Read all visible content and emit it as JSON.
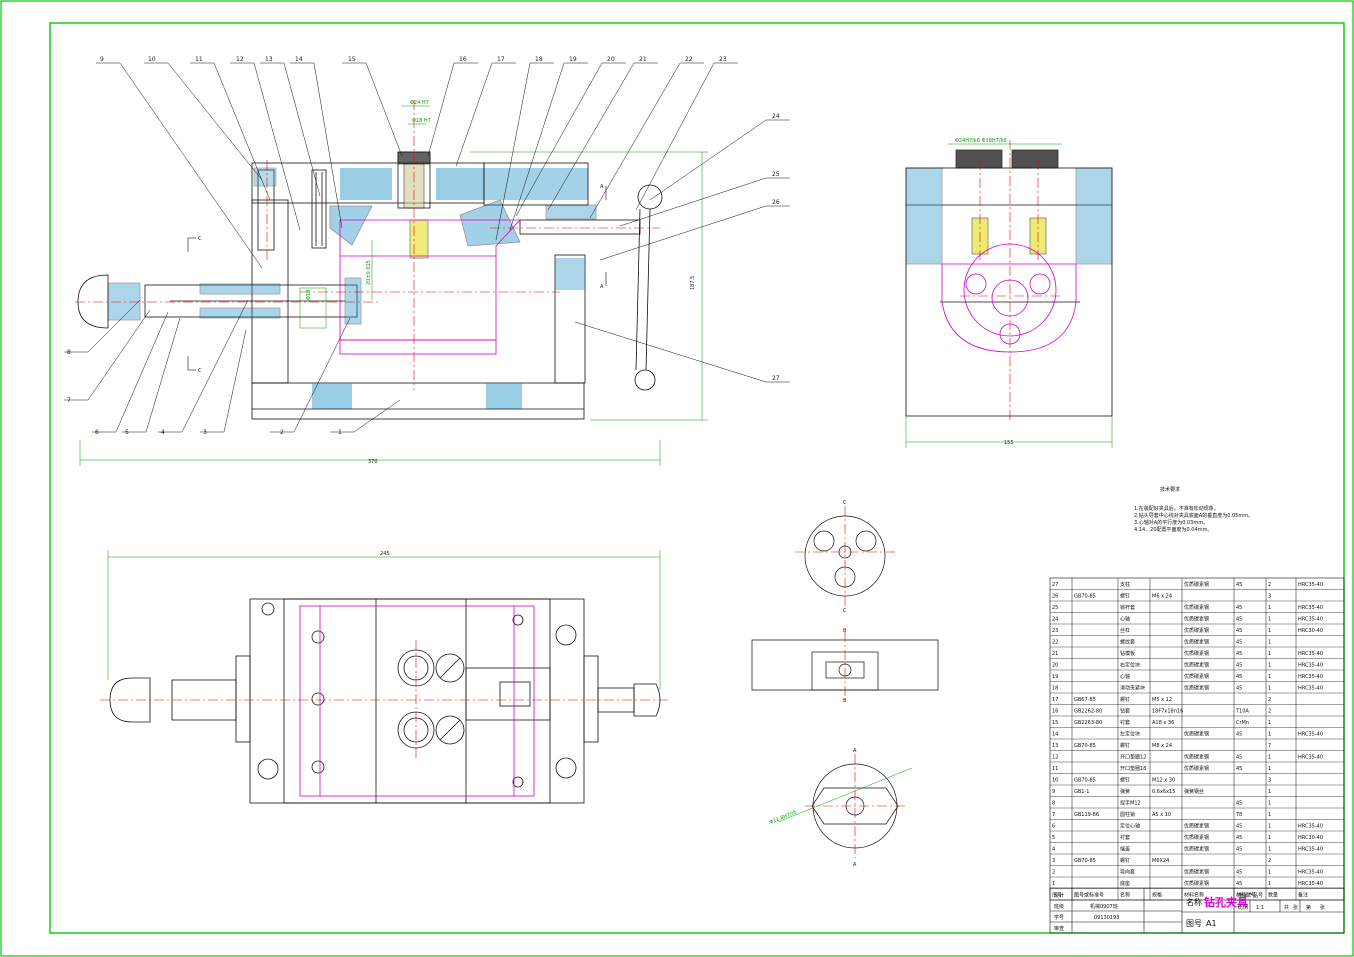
{
  "balloons_top": [
    "9",
    "10",
    "11",
    "12",
    "13",
    "14",
    "15",
    "16",
    "17",
    "18",
    "19",
    "20",
    "21",
    "22",
    "23"
  ],
  "balloons_right": [
    "24",
    "25",
    "26",
    "27"
  ],
  "balloons_left": [
    "8",
    "7",
    "6",
    "5",
    "4",
    "3",
    "2",
    "1"
  ],
  "dims": {
    "overall_len": "370",
    "height": "187.5",
    "side_width": "155",
    "plan_width": "245",
    "top_label": "Φ24 H7",
    "top_label2": "Φ18 H7",
    "side_top": "Φ24H7/k6  Φ18H7/k6",
    "pin_dim": "Φ18",
    "h_dim": "20±0.015",
    "detail_dim": "Φ11.8H7/r6"
  },
  "section_marks": [
    "C",
    "C",
    "A",
    "A",
    "C",
    "C",
    "B",
    "B",
    "A",
    "A"
  ],
  "tech_req": {
    "title": "技术要求",
    "lines": [
      "1.在装配好夹具后，不准有松动现象。",
      "2.钻头导套中心线对夹具底面A的垂直度为0.05mm。",
      "3.心轴对A的平行度为0.03mm。",
      "4.14、20配置平面度为0.04mm。"
    ]
  },
  "bom": [
    {
      "no": "27",
      "code": "",
      "name": "支柱",
      "spec": "",
      "mat": "优质碳素钢",
      "mcode": "45",
      "qty": "2",
      "note": "HRC35-40"
    },
    {
      "no": "26",
      "code": "GB70-85",
      "name": "螺钉",
      "spec": "M6 x 24",
      "mat": "",
      "mcode": "",
      "qty": "3",
      "note": ""
    },
    {
      "no": "25",
      "code": "",
      "name": "锁杆套",
      "spec": "",
      "mat": "优质碳素钢",
      "mcode": "45",
      "qty": "1",
      "note": "HRC35-40"
    },
    {
      "no": "24",
      "code": "",
      "name": "心轴",
      "spec": "",
      "mat": "优质碳素钢",
      "mcode": "45",
      "qty": "1",
      "note": "HRC35-40"
    },
    {
      "no": "23",
      "code": "",
      "name": "丝杠",
      "spec": "",
      "mat": "优质碳素钢",
      "mcode": "45",
      "qty": "1",
      "note": "HRC30-40"
    },
    {
      "no": "22",
      "code": "",
      "name": "螺纹套",
      "spec": "",
      "mat": "优质碳素钢",
      "mcode": "45",
      "qty": "1",
      "note": ""
    },
    {
      "no": "21",
      "code": "",
      "name": "钻模板",
      "spec": "",
      "mat": "优质碳素钢",
      "mcode": "45",
      "qty": "1",
      "note": "HRC35-40"
    },
    {
      "no": "20",
      "code": "",
      "name": "右定位块",
      "spec": "",
      "mat": "优质碳素钢",
      "mcode": "45",
      "qty": "1",
      "note": "HRC35-40"
    },
    {
      "no": "19",
      "code": "",
      "name": "心轴",
      "spec": "",
      "mat": "优质碳素钢",
      "mcode": "45",
      "qty": "1",
      "note": "HRC35-40"
    },
    {
      "no": "18",
      "code": "",
      "name": "滑动夹紧块",
      "spec": "",
      "mat": "优质碳素钢",
      "mcode": "45",
      "qty": "1",
      "note": "HRC35-40"
    },
    {
      "no": "17",
      "code": "GB67-85",
      "name": "螺钉",
      "spec": "M5 x 12",
      "mat": "",
      "mcode": "",
      "qty": "2",
      "note": ""
    },
    {
      "no": "16",
      "code": "GB2262-80",
      "name": "钻套",
      "spec": "18F7x18n16",
      "mat": "",
      "mcode": "T10A",
      "qty": "2",
      "note": ""
    },
    {
      "no": "15",
      "code": "GB2263-80",
      "name": "衬套",
      "spec": "A18 x 36",
      "mat": "",
      "mcode": "CrMn",
      "qty": "1",
      "note": ""
    },
    {
      "no": "14",
      "code": "",
      "name": "左定位块",
      "spec": "",
      "mat": "优质碳素钢",
      "mcode": "45",
      "qty": "1",
      "note": "HRC35-40"
    },
    {
      "no": "13",
      "code": "GB70-85",
      "name": "螺钉",
      "spec": "M8 x 24",
      "mat": "",
      "mcode": "",
      "qty": "7",
      "note": ""
    },
    {
      "no": "12",
      "code": "",
      "name": "开口垫圈12",
      "spec": "",
      "mat": "优质碳素钢",
      "mcode": "45",
      "qty": "1",
      "note": "HRC35-40"
    },
    {
      "no": "11",
      "code": "",
      "name": "开口垫圈18",
      "spec": "",
      "mat": "优质碳素钢",
      "mcode": "45",
      "qty": "1",
      "note": ""
    },
    {
      "no": "10",
      "code": "GB70-85",
      "name": "螺钉",
      "spec": "M12 x 30",
      "mat": "",
      "mcode": "",
      "qty": "3",
      "note": ""
    },
    {
      "no": "9",
      "code": "GB1-1",
      "name": "弹簧",
      "spec": "0.6x6x15",
      "mat": "弹簧钢丝",
      "mcode": "",
      "qty": "1",
      "note": ""
    },
    {
      "no": "8",
      "code": "",
      "name": "捏手M12",
      "spec": "",
      "mat": "",
      "mcode": "45",
      "qty": "1",
      "note": ""
    },
    {
      "no": "7",
      "code": "GB119-86",
      "name": "圆柱销",
      "spec": "A5 x 10",
      "mat": "",
      "mcode": "T8",
      "qty": "1",
      "note": ""
    },
    {
      "no": "6",
      "code": "",
      "name": "定位心轴",
      "spec": "",
      "mat": "优质碳素钢",
      "mcode": "45",
      "qty": "1",
      "note": "HRC35-40"
    },
    {
      "no": "5",
      "code": "",
      "name": "衬套",
      "spec": "",
      "mat": "优质碳素钢",
      "mcode": "45",
      "qty": "1",
      "note": "HRC30-40"
    },
    {
      "no": "4",
      "code": "",
      "name": "端盖",
      "spec": "",
      "mat": "优质碳素钢",
      "mcode": "45",
      "qty": "1",
      "note": "HRC35-40"
    },
    {
      "no": "3",
      "code": "GB70-85",
      "name": "螺钉",
      "spec": "M6X24",
      "mat": "",
      "mcode": "",
      "qty": "2",
      "note": ""
    },
    {
      "no": "2",
      "code": "",
      "name": "导向套",
      "spec": "",
      "mat": "优质碳素钢",
      "mcode": "45",
      "qty": "1",
      "note": "HRC35-40"
    },
    {
      "no": "1",
      "code": "",
      "name": "底座",
      "spec": "",
      "mat": "优质碳素钢",
      "mcode": "45",
      "qty": "1",
      "note": "HRC35-40"
    }
  ],
  "bom_header": {
    "no": "序号",
    "code": "图号或标准号",
    "name": "名称",
    "spec": "规格",
    "mat": "材料名称",
    "mcode": "材料代号",
    "qty": "数量",
    "note": "备注"
  },
  "title_block": {
    "design": "设计",
    "class": "班级",
    "student_no": "学号",
    "review": "审查",
    "class_val": "机械0907班",
    "student_val": "09130193",
    "name_label": "名称",
    "name_val": "钻孔夹具",
    "drawing_label": "图号",
    "drawing_val": "A1",
    "product_label": "所属产品号",
    "scale_label": "比例",
    "scale_val": "1:1",
    "total_label": "共",
    "total_unit": "张",
    "sheet_label": "第",
    "sheet_unit": "张"
  }
}
